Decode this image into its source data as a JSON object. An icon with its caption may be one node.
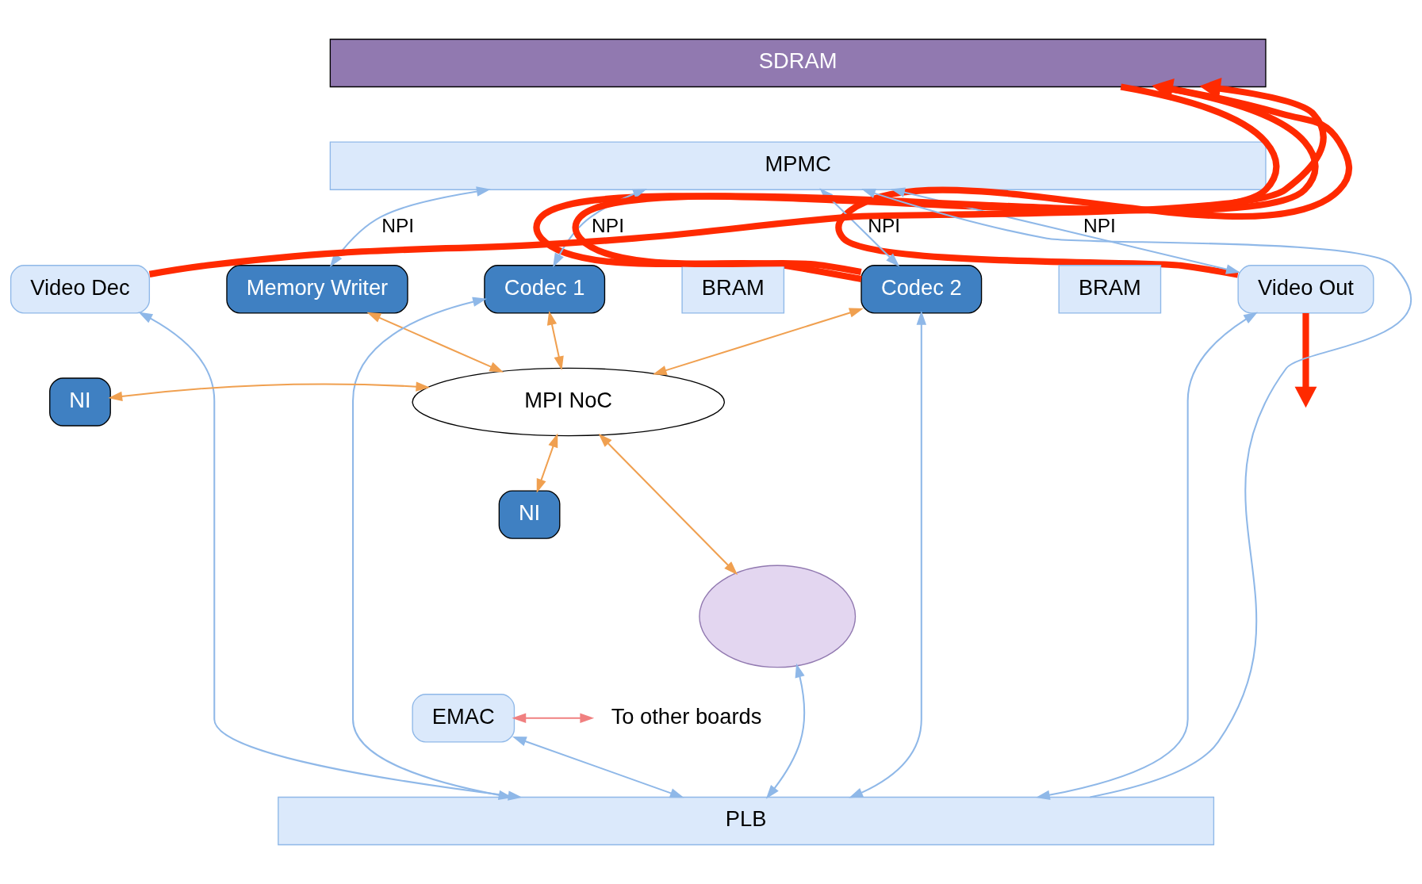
{
  "diagram": {
    "nodes": [
      {
        "text": [
          "SDRAM"
        ]
      },
      {
        "text": [
          "MPMC"
        ]
      },
      {
        "text": [
          "Memory Writer"
        ]
      },
      {
        "text": [
          "Codec 1"
        ]
      },
      {
        "text": [
          "BRAM"
        ]
      },
      {
        "text": [
          "Codec 2"
        ]
      },
      {
        "text": [
          "BRAM"
        ]
      },
      {
        "text": [
          "Video Out"
        ]
      },
      {
        "text": [
          "Video Dec"
        ]
      },
      {
        "text": [
          "NI"
        ]
      },
      {
        "text": [
          "MPI NoC"
        ]
      },
      {
        "text": [],
        "shape": "ellipse"
      },
      {
        "text": [
          "NI"
        ]
      },
      {
        "text": [
          "EMAC"
        ]
      },
      {
        "text": [
          "To other boards"
        ]
      },
      {
        "text": [
          "PLB"
        ]
      }
    ],
    "edges": [
      {
        "from": 1,
        "to": 2,
        "arrow": "both",
        "label": "NPI"
      },
      {
        "from": 1,
        "to": 3,
        "arrow": "both",
        "label": "NPI"
      },
      {
        "from": 1,
        "to": 5,
        "arrow": "both",
        "label": "NPI"
      },
      {
        "from": 1,
        "to": 7,
        "arrow": "both",
        "label": "NPI"
      },
      {
        "from": 8,
        "to": 15,
        "arrow": "both"
      },
      {
        "from": 15,
        "to": 1,
        "arrow": "to"
      },
      {
        "from": 2,
        "to": 10,
        "arrow": "both",
        "color": "#f0a050"
      },
      {
        "from": 3,
        "to": 10,
        "arrow": "both",
        "color": "#f0a050"
      },
      {
        "from": 3,
        "to": 15,
        "arrow": "both"
      },
      {
        "from": 5,
        "to": 15,
        "arrow": "both"
      },
      {
        "from": 5,
        "to": 10,
        "arrow": "both",
        "color": "#f0a050"
      },
      {
        "from": 9,
        "to": 10,
        "arrow": "both",
        "color": "#f0a050"
      },
      {
        "from": 10,
        "to": 11,
        "arrow": "both",
        "color": "#f0a050"
      },
      {
        "from": 11,
        "to": 15,
        "arrow": "both"
      },
      {
        "from": 10,
        "to": 12,
        "arrow": "both",
        "color": "#f0a050"
      },
      {
        "from": 13,
        "to": 15,
        "arrow": "both"
      },
      {
        "from": 7,
        "to": 15,
        "arrow": "both"
      },
      {
        "from": 13,
        "to": 14,
        "arrow": "both",
        "color": "#f08080"
      },
      {
        "from": 8,
        "to": 0,
        "arrow": "to",
        "color": "#ff2a00",
        "style": "thick"
      },
      {
        "from": 0,
        "to": 5,
        "arrow": "none",
        "color": "#ff2a00",
        "style": "thick"
      },
      {
        "from": 5,
        "to": 0,
        "arrow": "to",
        "color": "#ff2a00",
        "style": "thick"
      },
      {
        "from": 0,
        "to": 7,
        "arrow": "none",
        "color": "#ff2a00",
        "style": "thick"
      },
      {
        "from": 7,
        "to": null,
        "arrow": "to",
        "color": "#ff2a00",
        "style": "thick"
      }
    ]
  }
}
